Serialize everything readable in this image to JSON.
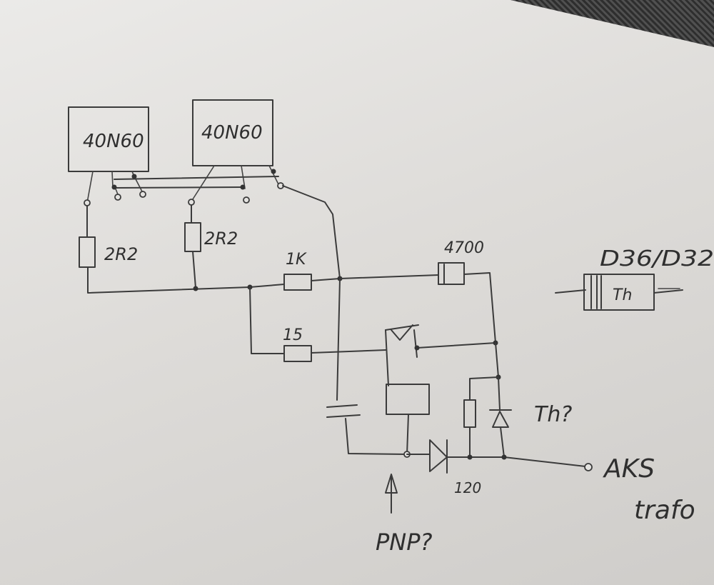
{
  "labels": {
    "chip_left": "40N60",
    "chip_right": "40N60",
    "resistor_left": "2R2",
    "resistor_mid": "2R2",
    "resistor_1k": "1K",
    "resistor_15": "15",
    "capacitor_4700": "4700",
    "part_d36": "D36/D32",
    "part_body": "Th",
    "thyristor_q": "Th?",
    "diode_120": "120",
    "pnp_q": "PNP?",
    "out_aks": "AKS",
    "out_trafo": "trafo"
  },
  "colors": {
    "ink": "#3b3b3b",
    "paper": "#e4e3e0",
    "fabric": "#3a3a3a"
  }
}
